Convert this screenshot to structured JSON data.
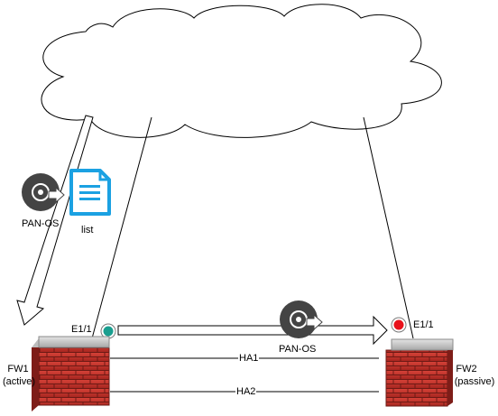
{
  "diagram": {
    "fw1": {
      "name": "FW1",
      "state": "(active)",
      "interface": "E1/1"
    },
    "fw2": {
      "name": "FW2",
      "state": "(passive)",
      "interface": "E1/1"
    },
    "links": {
      "ha1": "HA1",
      "ha2": "HA2"
    },
    "icons": {
      "software_left": "PAN-OS",
      "software_center": "PAN-OS",
      "document": "list"
    },
    "colors": {
      "active_port": "#1a9e8f",
      "passive_port": "#e8111b",
      "firewall_brick": "#c8312a",
      "document_icon": "#1ba1e2",
      "disc_icon": "#444444"
    }
  }
}
